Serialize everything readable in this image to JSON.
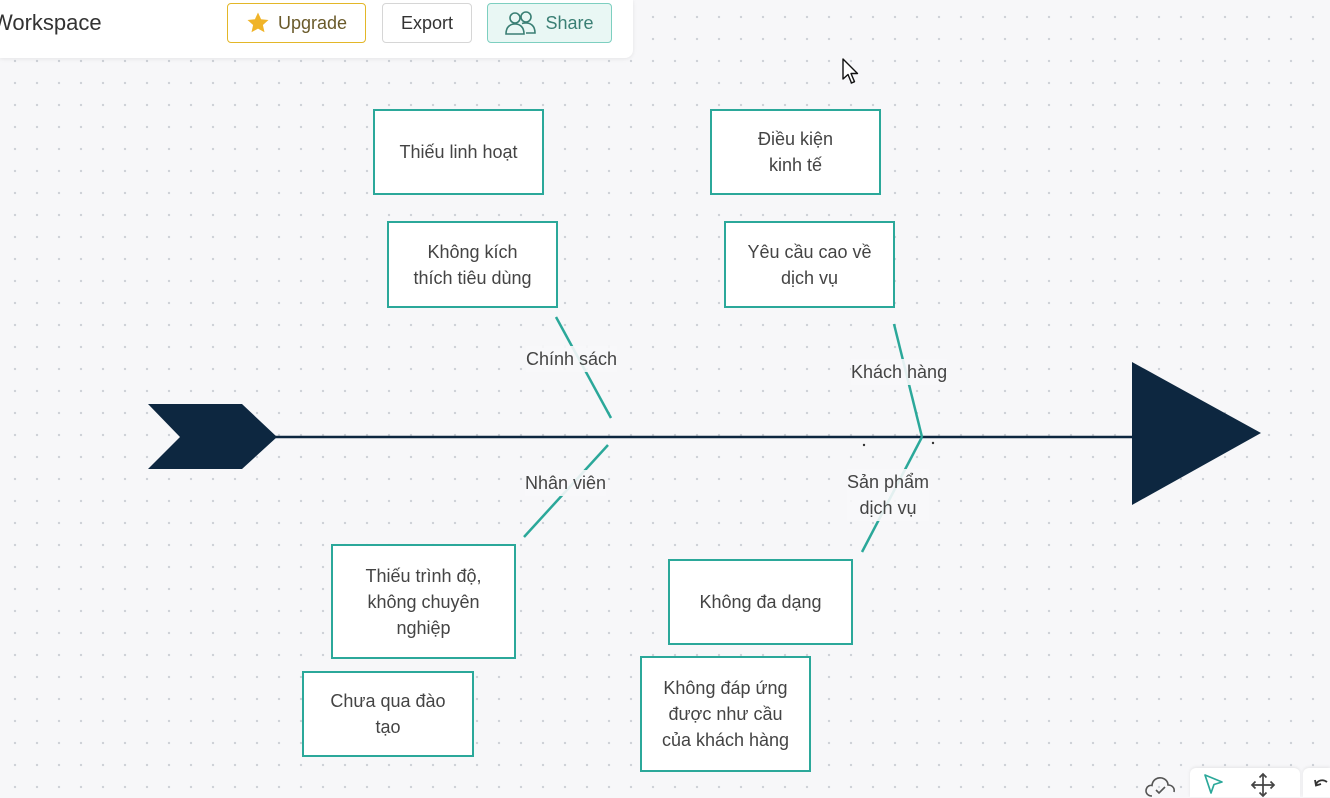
{
  "header": {
    "title": "Workspace",
    "upgrade_label": "Upgrade",
    "export_label": "Export",
    "share_label": "Share"
  },
  "diagram": {
    "bones": {
      "top_left": "Chính sách",
      "top_right": "Khách hàng",
      "bottom_left": "Nhân viên",
      "bottom_right": "Sản phẩm\ndịch vụ"
    },
    "causes": {
      "policy_1": "Thiếu linh hoạt",
      "policy_2": "Không kích\nthích tiêu dùng",
      "customer_1": "Điều kiện\nkinh tế",
      "customer_2": "Yêu cầu cao về\ndịch vụ",
      "staff_1": "Thiếu trình độ,\nkhông chuyên\nnghiệp",
      "staff_2": "Chưa qua đào\ntạo",
      "product_1": "Không đa dạng",
      "product_2": "Không đáp ứng\nđược như cầu\ncủa khách hàng"
    }
  },
  "colors": {
    "accent": "#2ba89a",
    "spine": "#0d2740",
    "upgrade_border": "#e3b728",
    "star": "#f0b429"
  },
  "icons": {
    "upgrade": "star-icon",
    "share": "users-icon",
    "cursor": "mouse-pointer-icon",
    "sync": "cloud-check-icon",
    "select": "select-arrow-icon",
    "move": "move-icon",
    "undo": "undo-icon"
  }
}
